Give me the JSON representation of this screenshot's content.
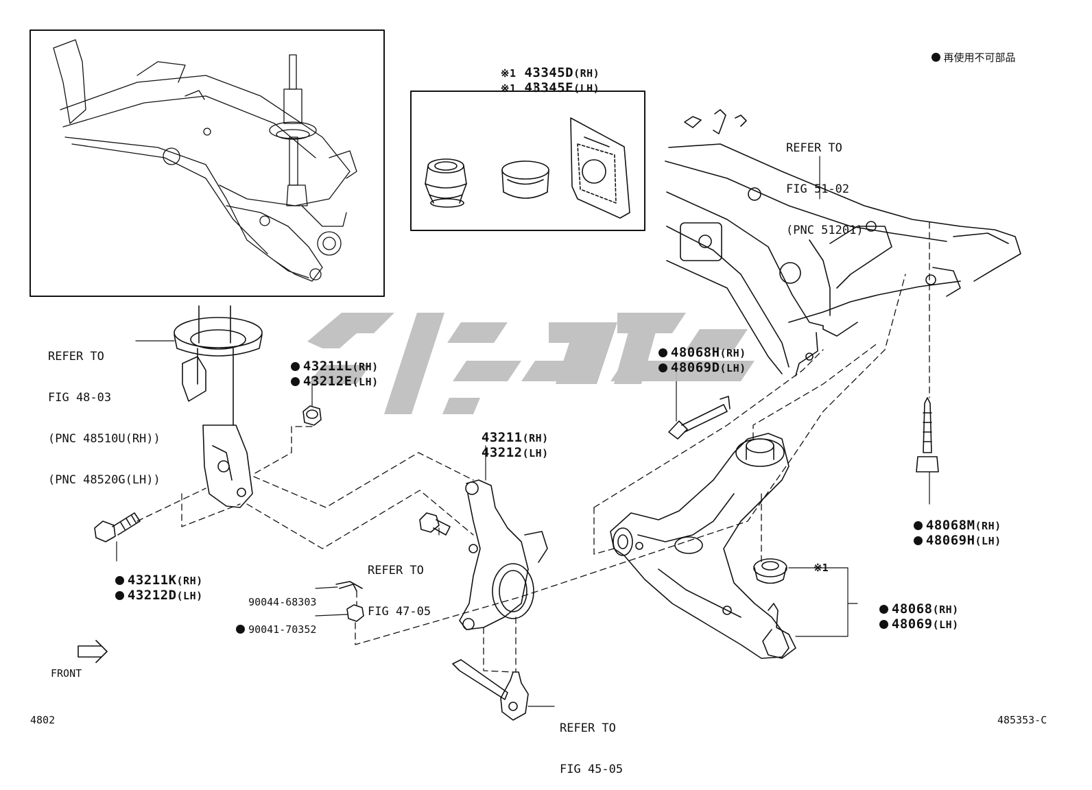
{
  "legend": {
    "text": "再使用不可部品"
  },
  "kit": {
    "rh": {
      "mark": "※1",
      "part": "43345D",
      "side": "(RH)"
    },
    "lh": {
      "mark": "※1",
      "part": "43345E",
      "side": "(LH)"
    }
  },
  "refs": {
    "frame": {
      "l1": "REFER TO",
      "l2": "FIG 51-02",
      "l3": "(PNC 51201)"
    },
    "strut": {
      "l1": "REFER TO",
      "l2": "FIG 48-03",
      "l3": "(PNC 48510U(RH))",
      "l4": "(PNC 48520G(LH))"
    },
    "axle": {
      "l1": "REFER TO",
      "l2": "FIG 47-05"
    },
    "tierod": {
      "l1": "REFER TO",
      "l2": "FIG 45-05"
    }
  },
  "parts": {
    "p43211L": {
      "part": "43211L",
      "side": "(RH)"
    },
    "p43212E": {
      "part": "43212E",
      "side": "(LH)"
    },
    "p43211": {
      "part": "43211",
      "side": "(RH)"
    },
    "p43212": {
      "part": "43212",
      "side": "(LH)"
    },
    "p43211K": {
      "part": "43211K",
      "side": "(RH)"
    },
    "p43212D": {
      "part": "43212D",
      "side": "(LH)"
    },
    "p48068H": {
      "part": "48068H",
      "side": "(RH)"
    },
    "p48069D": {
      "part": "48069D",
      "side": "(LH)"
    },
    "p48068M": {
      "part": "48068M",
      "side": "(RH)"
    },
    "p48069H": {
      "part": "48069H",
      "side": "(LH)"
    },
    "p48068": {
      "part": "48068",
      "side": "(RH)"
    },
    "p48069": {
      "part": "48069",
      "side": "(LH)"
    },
    "p90044": {
      "part": "90044-68303"
    },
    "p90041": {
      "part": "90041-70352"
    }
  },
  "mark_x1": "※1",
  "front_label": "FRONT",
  "fig_number": "4802",
  "drawing_id": "485353-C",
  "colors": {
    "line": "#111111",
    "watermark": "#bdbdbd",
    "background": "#ffffff"
  }
}
